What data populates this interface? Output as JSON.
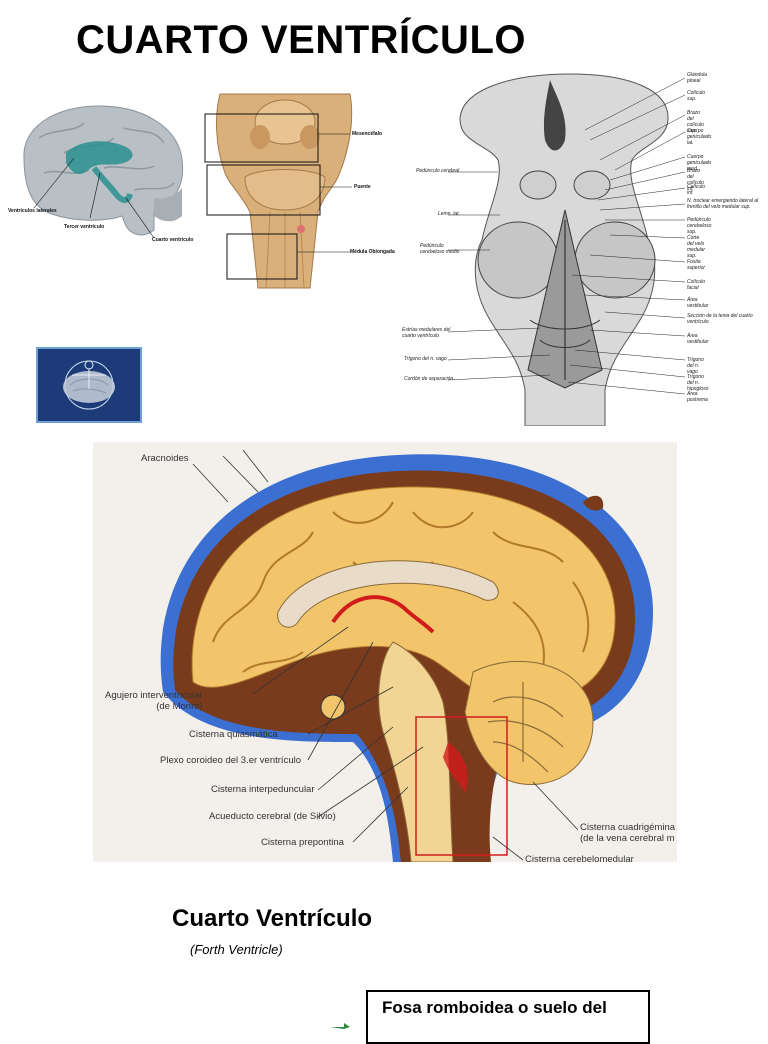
{
  "title": "CUARTO VENTRÍCULO",
  "fig1": {
    "labels": {
      "lateral": "Ventrículos laterales",
      "third": "Tercer ventrículo",
      "fourth": "Cuarto ventrículo"
    }
  },
  "fig2": {
    "labels": {
      "midbrain": "Mesencéfalo",
      "pons": "Puente",
      "medulla": "Médula Oblongada"
    }
  },
  "logo": {},
  "fig3": {
    "right_labels": [
      "Glándula pineal",
      "Colículo sup.",
      "Brazo del colículo sup.",
      "Cuerpo geniculado lat.",
      "Cuerpo geniculado med.",
      "Brazo del colículo inf.",
      "Colículo inf.",
      "N. troclear emergiendo lateral al frenillo del velo medular sup.",
      "Pedúnculo cerebeloso sup.",
      "Corte del velo medular sup.",
      "Fosita superior",
      "Colículo facial",
      "Área vestibular",
      "Sección de la tenia del cuarto ventrículo",
      "Área vestibular",
      "Trígono del n. vago",
      "Trígono del n. hipogloso",
      "Área postrema"
    ],
    "left_labels": [
      "Pedúnculo cerebral",
      "Lemn. lat.",
      "Pedúnculo cerebeloso medio",
      "Estrías medulares del cuarto ventrículo",
      "Trígono del n. vago",
      "Cordón de separación"
    ]
  },
  "fig4": {
    "labels": {
      "arachnoid": "Aracnoides",
      "monro": "Agujero interventricular\n(de Monro)",
      "chiasmatic": "Cisterna quiasmática",
      "choroid": "Plexo coroideo del 3.er ventrículo",
      "interpeduncular": "Cisterna interpeduncular",
      "aqueduct": "Acueducto cerebral (de Silvio)",
      "prepontine": "Cisterna prepontina",
      "quadrigeminal": "Cisterna cuadrigémina",
      "quadrigeminal2": "(de la vena cerebral m",
      "cerebellomedullary": "Cisterna cerebelomedular"
    }
  },
  "subtitle": "Cuarto Ventrículo",
  "caption": "(Forth Ventricle)",
  "note": "Fosa romboidea o suelo del",
  "colors": {
    "csf_blue": "#3b6fd1",
    "brain_yellow": "#f2c56b",
    "dura_brown": "#7a3b1d",
    "ventricle_teal": "#2a8f8f",
    "highlight_red": "#d21c1c"
  }
}
